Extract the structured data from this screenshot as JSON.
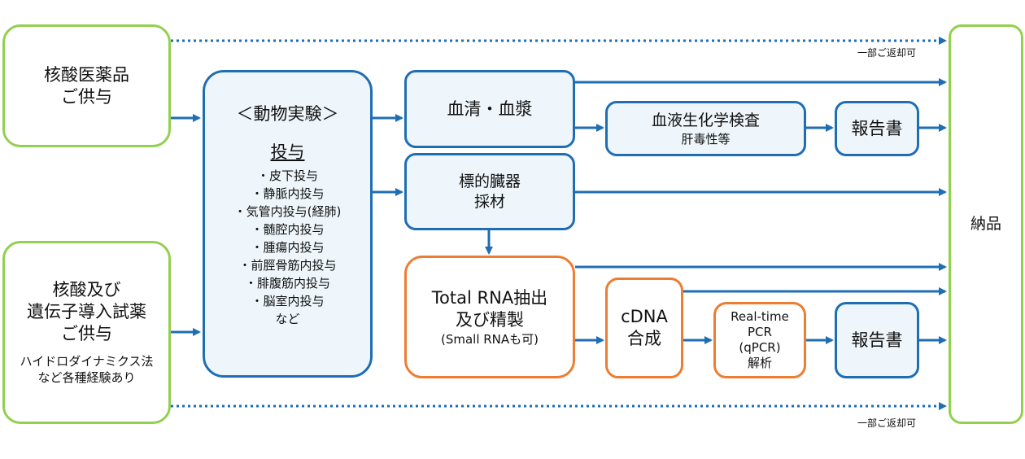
{
  "inputs": {
    "nucleic_drug": {
      "title": "核酸医薬品\nご供与"
    },
    "nucleic_gene": {
      "title": "核酸及び\n遺伝子導入試薬\nご供与",
      "note": "ハイドロダイナミクス法\nなど各種経験あり"
    }
  },
  "animal": {
    "title": "＜動物実験＞",
    "heading": "投与",
    "items": [
      "・皮下投与",
      "・静脈内投与",
      "・気管内投与(経肺)",
      "・髄腔内投与",
      "・腫瘍内投与",
      "・前脛骨筋内投与",
      "・腓腹筋内投与",
      "・脳室内投与",
      "など"
    ]
  },
  "serum": {
    "label": "血清・血漿"
  },
  "biochem": {
    "label": "血液生化学検査",
    "sub": "肝毒性等"
  },
  "report1": {
    "label": "報告書"
  },
  "organ": {
    "label": "標的臓器\n採材"
  },
  "rna": {
    "title": "Total RNA抽出\n及び精製",
    "sub": "(Small RNAも可)"
  },
  "cdna": {
    "label": "cDNA\n合成"
  },
  "pcr": {
    "label": "Real-time\nPCR\n(qPCR)\n解析"
  },
  "report2": {
    "label": "報告書"
  },
  "delivery": {
    "label": "納品"
  },
  "return_note_top": "一部ご返却可",
  "return_note_bottom": "一部ご返却可",
  "colors": {
    "arrow": "#1f6eb4",
    "green_border": "#92d050",
    "blue_border": "#1f6eb4",
    "orange_border": "#ed7d31",
    "blue_fill": "#eef6fb"
  }
}
